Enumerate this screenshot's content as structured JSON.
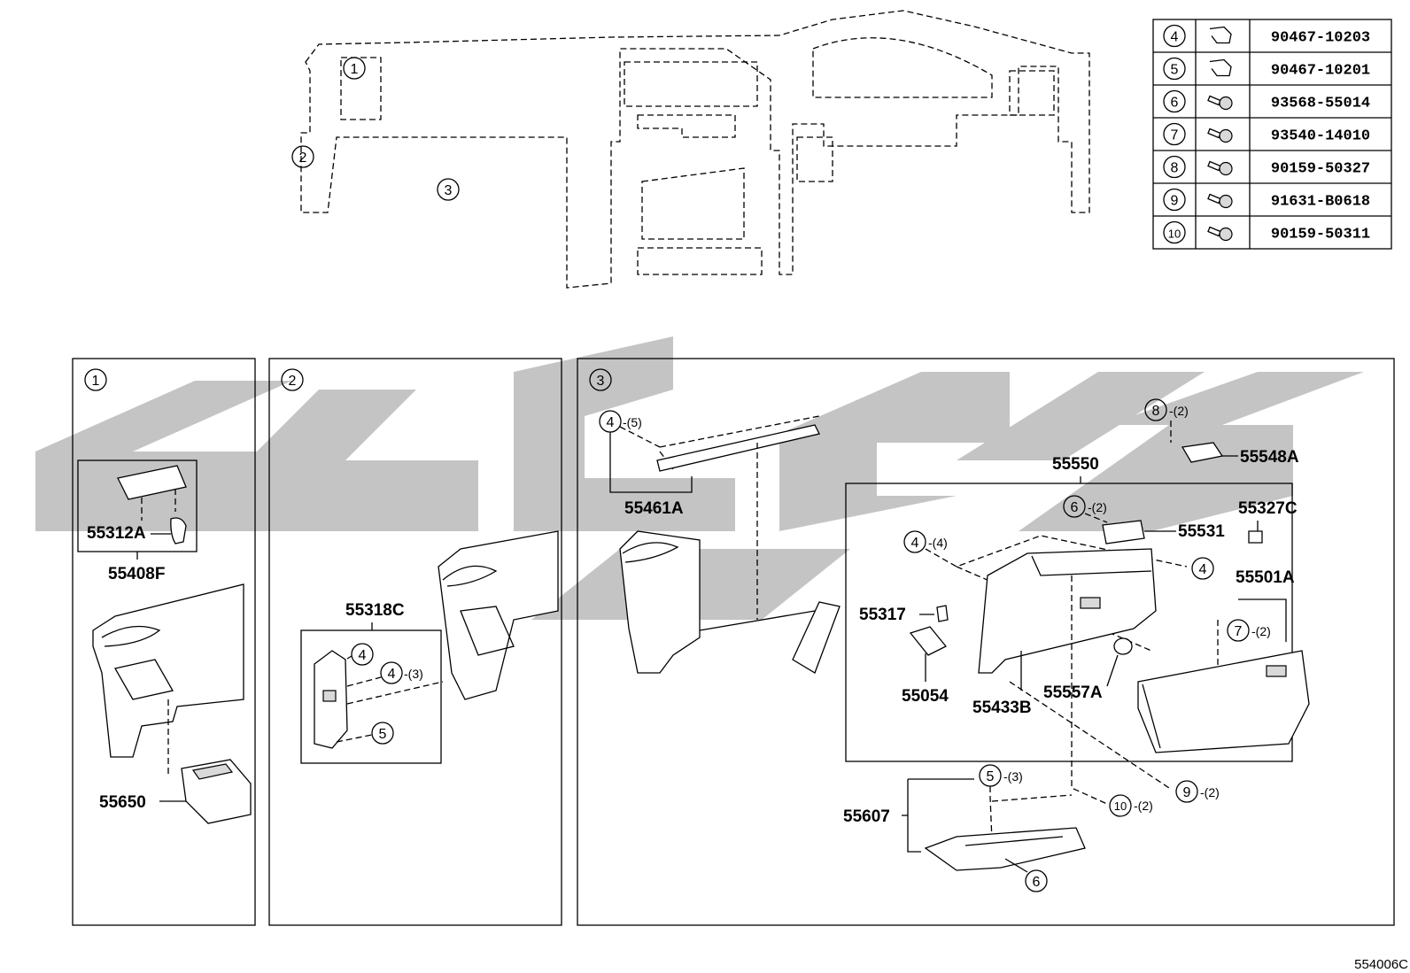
{
  "watermark_color": "#c4c4c4",
  "overview": {
    "callouts": [
      "1",
      "2",
      "3"
    ]
  },
  "fastener_table": [
    {
      "ref": "4",
      "icon": "clip-icon",
      "part_no": "90467-10203"
    },
    {
      "ref": "5",
      "icon": "clip-icon",
      "part_no": "90467-10201"
    },
    {
      "ref": "6",
      "icon": "screw-icon",
      "part_no": "93568-55014"
    },
    {
      "ref": "7",
      "icon": "screw-icon",
      "part_no": "93540-14010"
    },
    {
      "ref": "8",
      "icon": "screw-icon",
      "part_no": "90159-50327"
    },
    {
      "ref": "9",
      "icon": "screw-icon",
      "part_no": "91631-B0618"
    },
    {
      "ref": "10",
      "icon": "screw-icon",
      "part_no": "90159-50311"
    }
  ],
  "panel1": {
    "number": "1",
    "parts": {
      "p55312A": "55312A",
      "p55408F": "55408F",
      "p55650": "55650"
    }
  },
  "panel2": {
    "number": "2",
    "parts": {
      "p55318C": "55318C"
    },
    "callouts": {
      "c4a": "4",
      "c4b": "4",
      "c4b_qty": "-(3)",
      "c5": "5"
    }
  },
  "panel3": {
    "number": "3",
    "parts": {
      "p55461A": "55461A",
      "p55550": "55550",
      "p55548A": "55548A",
      "p55531": "55531",
      "p55327C": "55327C",
      "p55501A": "55501A",
      "p55317": "55317",
      "p55054": "55054",
      "p55433B": "55433B",
      "p55557A": "55557A",
      "p55607": "55607"
    },
    "callouts": {
      "c4top": "4",
      "c4top_qty": "-(5)",
      "c8": "8",
      "c8_qty": "-(2)",
      "c6a": "6",
      "c6a_qty": "-(2)",
      "c4mid": "4",
      "c4mid_qty": "-(4)",
      "c4right": "4",
      "c7": "7",
      "c7_qty": "-(2)",
      "c5": "5",
      "c5_qty": "-(3)",
      "c6b": "6",
      "c9": "9",
      "c9_qty": "-(2)",
      "c10": "10",
      "c10_qty": "-(2)"
    }
  },
  "diagram_ref": "554006C"
}
